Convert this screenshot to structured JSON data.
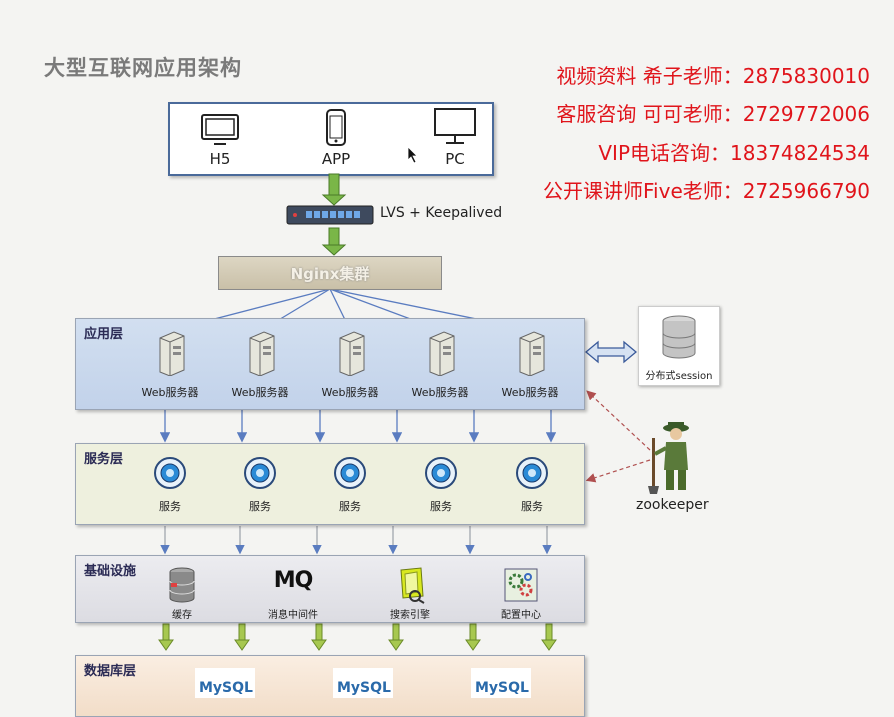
{
  "title": "大型互联网应用架构",
  "contacts": [
    "视频资料   希子老师：2875830010",
    "客服咨询   可可老师：2729772006",
    "VIP电话咨询：18374824534",
    "公开课讲师Five老师：2725966790"
  ],
  "clients": [
    "H5",
    "APP",
    "PC"
  ],
  "lvs_label": "LVS + Keepalived",
  "nginx_label": "Nginx集群",
  "layers": {
    "app": {
      "label": "应用层",
      "nodes": [
        "Web服务器",
        "Web服务器",
        "Web服务器",
        "Web服务器",
        "Web服务器"
      ]
    },
    "service": {
      "label": "服务层",
      "nodes": [
        "服务",
        "服务",
        "服务",
        "服务",
        "服务"
      ]
    },
    "infra": {
      "label": "基础设施",
      "nodes": [
        "缓存",
        "消息中间件",
        "搜索引擎",
        "配置中心"
      ],
      "mq_text": "MQ"
    },
    "db": {
      "label": "数据库层",
      "nodes": [
        "MySQL",
        "MySQL",
        "MySQL"
      ]
    }
  },
  "session_label": "分布式session",
  "zookeeper_label": "zookeeper",
  "colors": {
    "contact": "#e0141b",
    "app_layer": "#c9d8ec",
    "service_layer": "#eef0de",
    "infra_layer": "#e4e4e8",
    "db_layer": "#f6e6d6",
    "arrow_green": "#7ab648",
    "arrow_blue": "#6a8cc8"
  }
}
